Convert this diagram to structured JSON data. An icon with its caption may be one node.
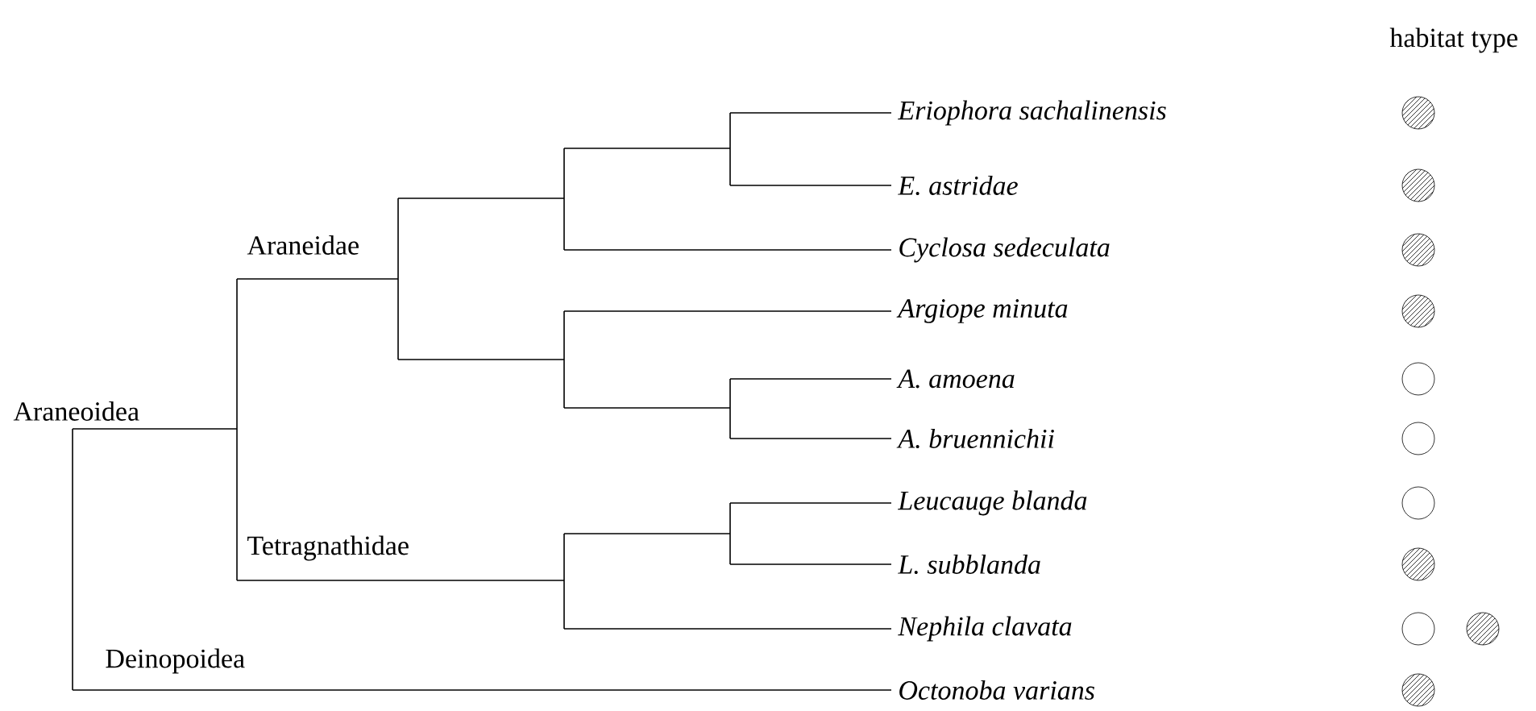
{
  "diagram": {
    "labels": [
      "habitat type",
      "Eriophora sachalinensis",
      "E. astridae",
      "Araneidae",
      "Cyclosa sedeculata",
      "Argiope minuta",
      "A. amoena",
      "Araneoidea",
      "A. bruennichii",
      "Leucauge blanda",
      "Tetragnathidae",
      "L. subblanda",
      "Nephila clavata",
      "Deinopoidea",
      "Octonoba varians"
    ]
  }
}
